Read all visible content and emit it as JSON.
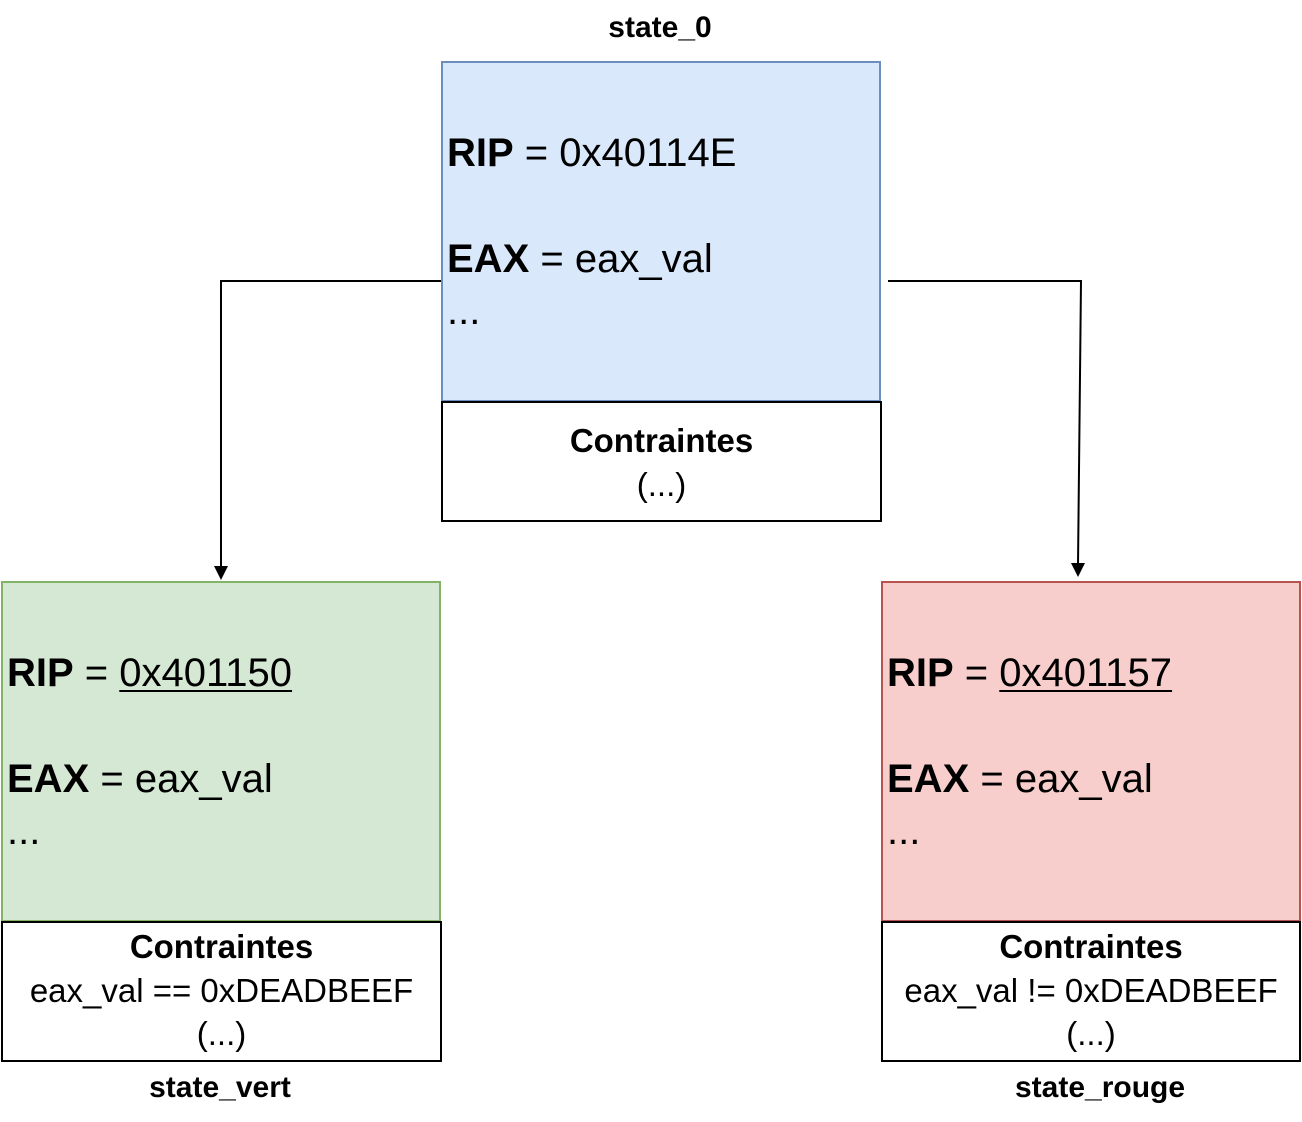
{
  "state_0": {
    "name": "state_0",
    "rip_label": "RIP",
    "rip_eq": " = ",
    "rip_value": "0x40114E",
    "eax_label": "EAX",
    "eax_eq": " = ",
    "eax_value": "eax_val",
    "ellipsis": "...",
    "constraints_title": "Contraintes",
    "constraints_lines": [
      "(...)"
    ]
  },
  "state_vert": {
    "name": "state_vert",
    "rip_label": "RIP",
    "rip_eq": " = ",
    "rip_value": "0x401150",
    "eax_label": "EAX",
    "eax_eq": " = ",
    "eax_value": "eax_val",
    "ellipsis": "...",
    "constraints_title": "Contraintes",
    "constraints_lines": [
      "eax_val == 0xDEADBEEF",
      "(...)"
    ]
  },
  "state_rouge": {
    "name": "state_rouge",
    "rip_label": "RIP",
    "rip_eq": " = ",
    "rip_value": "0x401157",
    "eax_label": "EAX",
    "eax_eq": " = ",
    "eax_value": "eax_val",
    "ellipsis": "...",
    "constraints_title": "Contraintes",
    "constraints_lines": [
      "eax_val != 0xDEADBEEF",
      "(...)"
    ]
  },
  "colors": {
    "state_0_fill": "#dae8fc",
    "state_0_stroke": "#6c8ebf",
    "state_vert_fill": "#d5e8d4",
    "state_vert_stroke": "#82b366",
    "state_rouge_fill": "#f8cecc",
    "state_rouge_stroke": "#b85450",
    "edge": "#000000"
  }
}
